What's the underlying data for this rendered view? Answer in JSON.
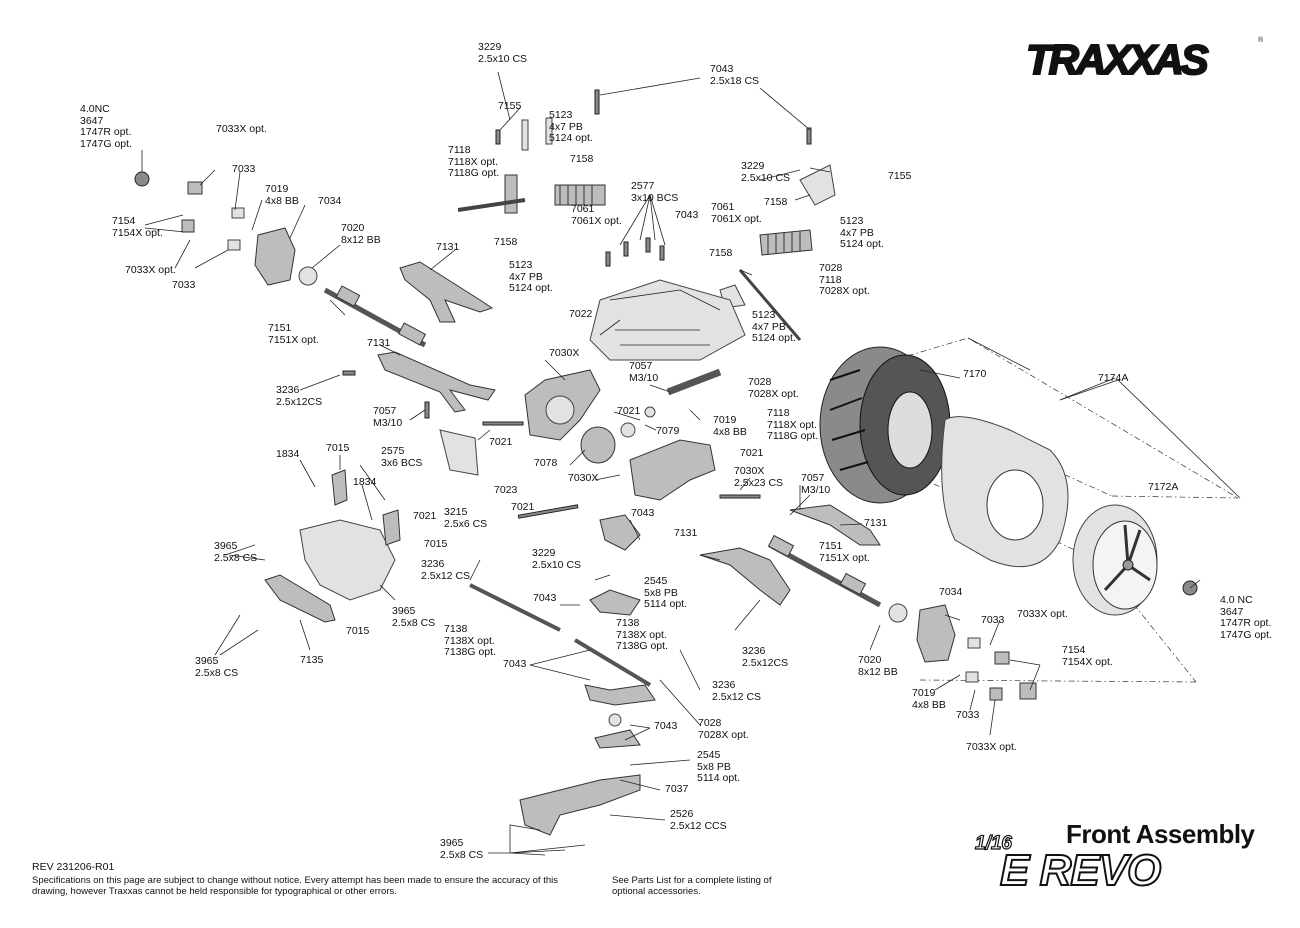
{
  "brand": "TRAXXAS",
  "title": "Front Assembly",
  "product": {
    "scale": "1/16",
    "name": "E REVO"
  },
  "footer": {
    "revision": "REV 231206-R01",
    "disclaimer": "Specifications on this page are subject to change without notice.  Every attempt has been made to ensure the accuracy of this drawing, however Traxxas cannot be held responsible for typographical or other errors.",
    "see_parts": "See Parts List for a complete listing of optional accessories."
  },
  "labels": [
    {
      "id": "l1",
      "text": "3229\n2.5x10 CS"
    },
    {
      "id": "l2",
      "text": "7043\n2.5x18 CS"
    },
    {
      "id": "l3",
      "text": "4.0NC\n3647\n1747R opt.\n1747G opt."
    },
    {
      "id": "l4",
      "text": "7033X opt."
    },
    {
      "id": "l5",
      "text": "7155"
    },
    {
      "id": "l6",
      "text": "5123\n4x7 PB\n5124 opt."
    },
    {
      "id": "l7",
      "text": "7118\n7118X opt.\n7118G opt."
    },
    {
      "id": "l8",
      "text": "7158"
    },
    {
      "id": "l9",
      "text": "7033"
    },
    {
      "id": "l10",
      "text": "7019\n4x8 BB"
    },
    {
      "id": "l11",
      "text": "7034"
    },
    {
      "id": "l12",
      "text": "7154\n7154X opt."
    },
    {
      "id": "l13",
      "text": "7020\n8x12 BB"
    },
    {
      "id": "l14",
      "text": "7033X opt."
    },
    {
      "id": "l15",
      "text": "7033"
    },
    {
      "id": "l16",
      "text": "7158"
    },
    {
      "id": "l17",
      "text": "5123\n4x7 PB\n5124 opt."
    },
    {
      "id": "l18",
      "text": "7131"
    },
    {
      "id": "l19",
      "text": "2577\n3x10 BCS"
    },
    {
      "id": "l20",
      "text": "7061\n7061X opt."
    },
    {
      "id": "l21",
      "text": "7043"
    },
    {
      "id": "l22",
      "text": "7061\n7061X opt."
    },
    {
      "id": "l23",
      "text": "3229\n2.5x10 CS"
    },
    {
      "id": "l24",
      "text": "7155"
    },
    {
      "id": "l25",
      "text": "7158"
    },
    {
      "id": "l26",
      "text": "5123\n4x7 PB\n5124 opt."
    },
    {
      "id": "l27",
      "text": "7158"
    },
    {
      "id": "l28",
      "text": "7028\n7118\n7028X opt."
    },
    {
      "id": "l29",
      "text": "7022"
    },
    {
      "id": "l30",
      "text": "5123\n4x7 PB\n5124 opt."
    },
    {
      "id": "l31",
      "text": "7151\n7151X opt."
    },
    {
      "id": "l32",
      "text": "7131"
    },
    {
      "id": "l33",
      "text": "7030X"
    },
    {
      "id": "l34",
      "text": "7057\nM3/10"
    },
    {
      "id": "l35",
      "text": "7028\n7028X opt."
    },
    {
      "id": "l36",
      "text": "7170"
    },
    {
      "id": "l37",
      "text": "7174A"
    },
    {
      "id": "l38",
      "text": "3236\n2.5x12CS"
    },
    {
      "id": "l39",
      "text": "7057\nM3/10"
    },
    {
      "id": "l40",
      "text": "7021"
    },
    {
      "id": "l41",
      "text": "7079"
    },
    {
      "id": "l42",
      "text": "7118\n7118X opt.\n7118G opt."
    },
    {
      "id": "l43",
      "text": "7019\n4x8 BB"
    },
    {
      "id": "l44",
      "text": "7021"
    },
    {
      "id": "l45",
      "text": "1834"
    },
    {
      "id": "l46",
      "text": "7015"
    },
    {
      "id": "l47",
      "text": "2575\n3x6 BCS"
    },
    {
      "id": "l48",
      "text": "7078"
    },
    {
      "id": "l49",
      "text": "7021"
    },
    {
      "id": "l50",
      "text": "7030X"
    },
    {
      "id": "l51",
      "text": "7030X\n2.5x23 CS"
    },
    {
      "id": "l52",
      "text": "1834"
    },
    {
      "id": "l53",
      "text": "7023"
    },
    {
      "id": "l54",
      "text": "7057\nM3/10"
    },
    {
      "id": "l55",
      "text": "7172A"
    },
    {
      "id": "l56",
      "text": "3215\n2.5x6 CS"
    },
    {
      "id": "l57",
      "text": "7021"
    },
    {
      "id": "l58",
      "text": "7021"
    },
    {
      "id": "l59",
      "text": "7043"
    },
    {
      "id": "l60",
      "text": "7131"
    },
    {
      "id": "l61",
      "text": "7015"
    },
    {
      "id": "l62",
      "text": "3965\n2.5x8 CS"
    },
    {
      "id": "l63",
      "text": "3236\n2.5x12 CS"
    },
    {
      "id": "l64",
      "text": "7131"
    },
    {
      "id": "l65",
      "text": "7151\n7151X opt."
    },
    {
      "id": "l66",
      "text": "3229\n2.5x10 CS"
    },
    {
      "id": "l67",
      "text": "2545\n5x8 PB\n5114 opt."
    },
    {
      "id": "l68",
      "text": "7034"
    },
    {
      "id": "l69",
      "text": "4.0 NC\n3647\n1747R opt.\n1747G opt."
    },
    {
      "id": "l70",
      "text": "7043"
    },
    {
      "id": "l71",
      "text": "3965\n2.5x8 CS"
    },
    {
      "id": "l72",
      "text": "7015"
    },
    {
      "id": "l73",
      "text": "7138\n7138X opt.\n7138G opt."
    },
    {
      "id": "l74",
      "text": "7138\n7138X opt.\n7138G opt."
    },
    {
      "id": "l75",
      "text": "3236\n2.5x12CS"
    },
    {
      "id": "l76",
      "text": "7033"
    },
    {
      "id": "l77",
      "text": "7033X opt."
    },
    {
      "id": "l78",
      "text": "3965\n2.5x8 CS"
    },
    {
      "id": "l79",
      "text": "7135"
    },
    {
      "id": "l80",
      "text": "7043"
    },
    {
      "id": "l81",
      "text": "3236\n2.5x12 CS"
    },
    {
      "id": "l82",
      "text": "7020\n8x12 BB"
    },
    {
      "id": "l83",
      "text": "7154\n7154X opt."
    },
    {
      "id": "l84",
      "text": "7019\n4x8 BB"
    },
    {
      "id": "l85",
      "text": "7033"
    },
    {
      "id": "l86",
      "text": "7043"
    },
    {
      "id": "l87",
      "text": "7028\n7028X opt."
    },
    {
      "id": "l88",
      "text": "7033X opt."
    },
    {
      "id": "l89",
      "text": "2545\n5x8 PB\n5114 opt."
    },
    {
      "id": "l90",
      "text": "7037"
    },
    {
      "id": "l91",
      "text": "2526\n2.5x12 CCS"
    },
    {
      "id": "l92",
      "text": "3965\n2.5x8 CS"
    }
  ]
}
